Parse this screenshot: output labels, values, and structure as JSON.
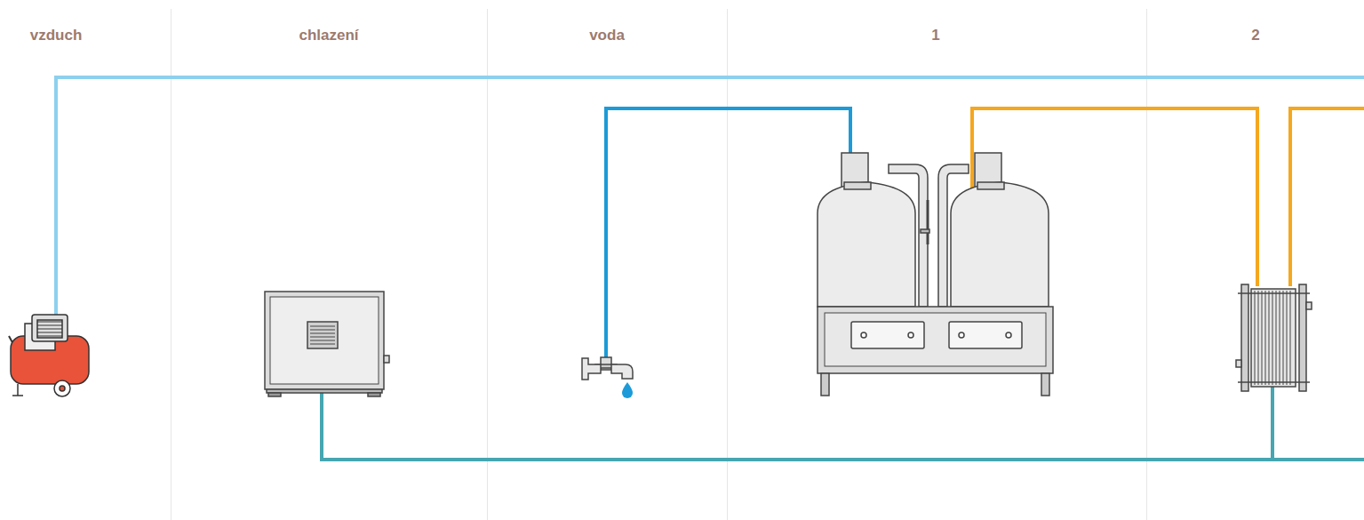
{
  "diagram": {
    "labels": [
      "vzduch",
      "chlazení",
      "voda",
      "1",
      "2"
    ]
  }
}
